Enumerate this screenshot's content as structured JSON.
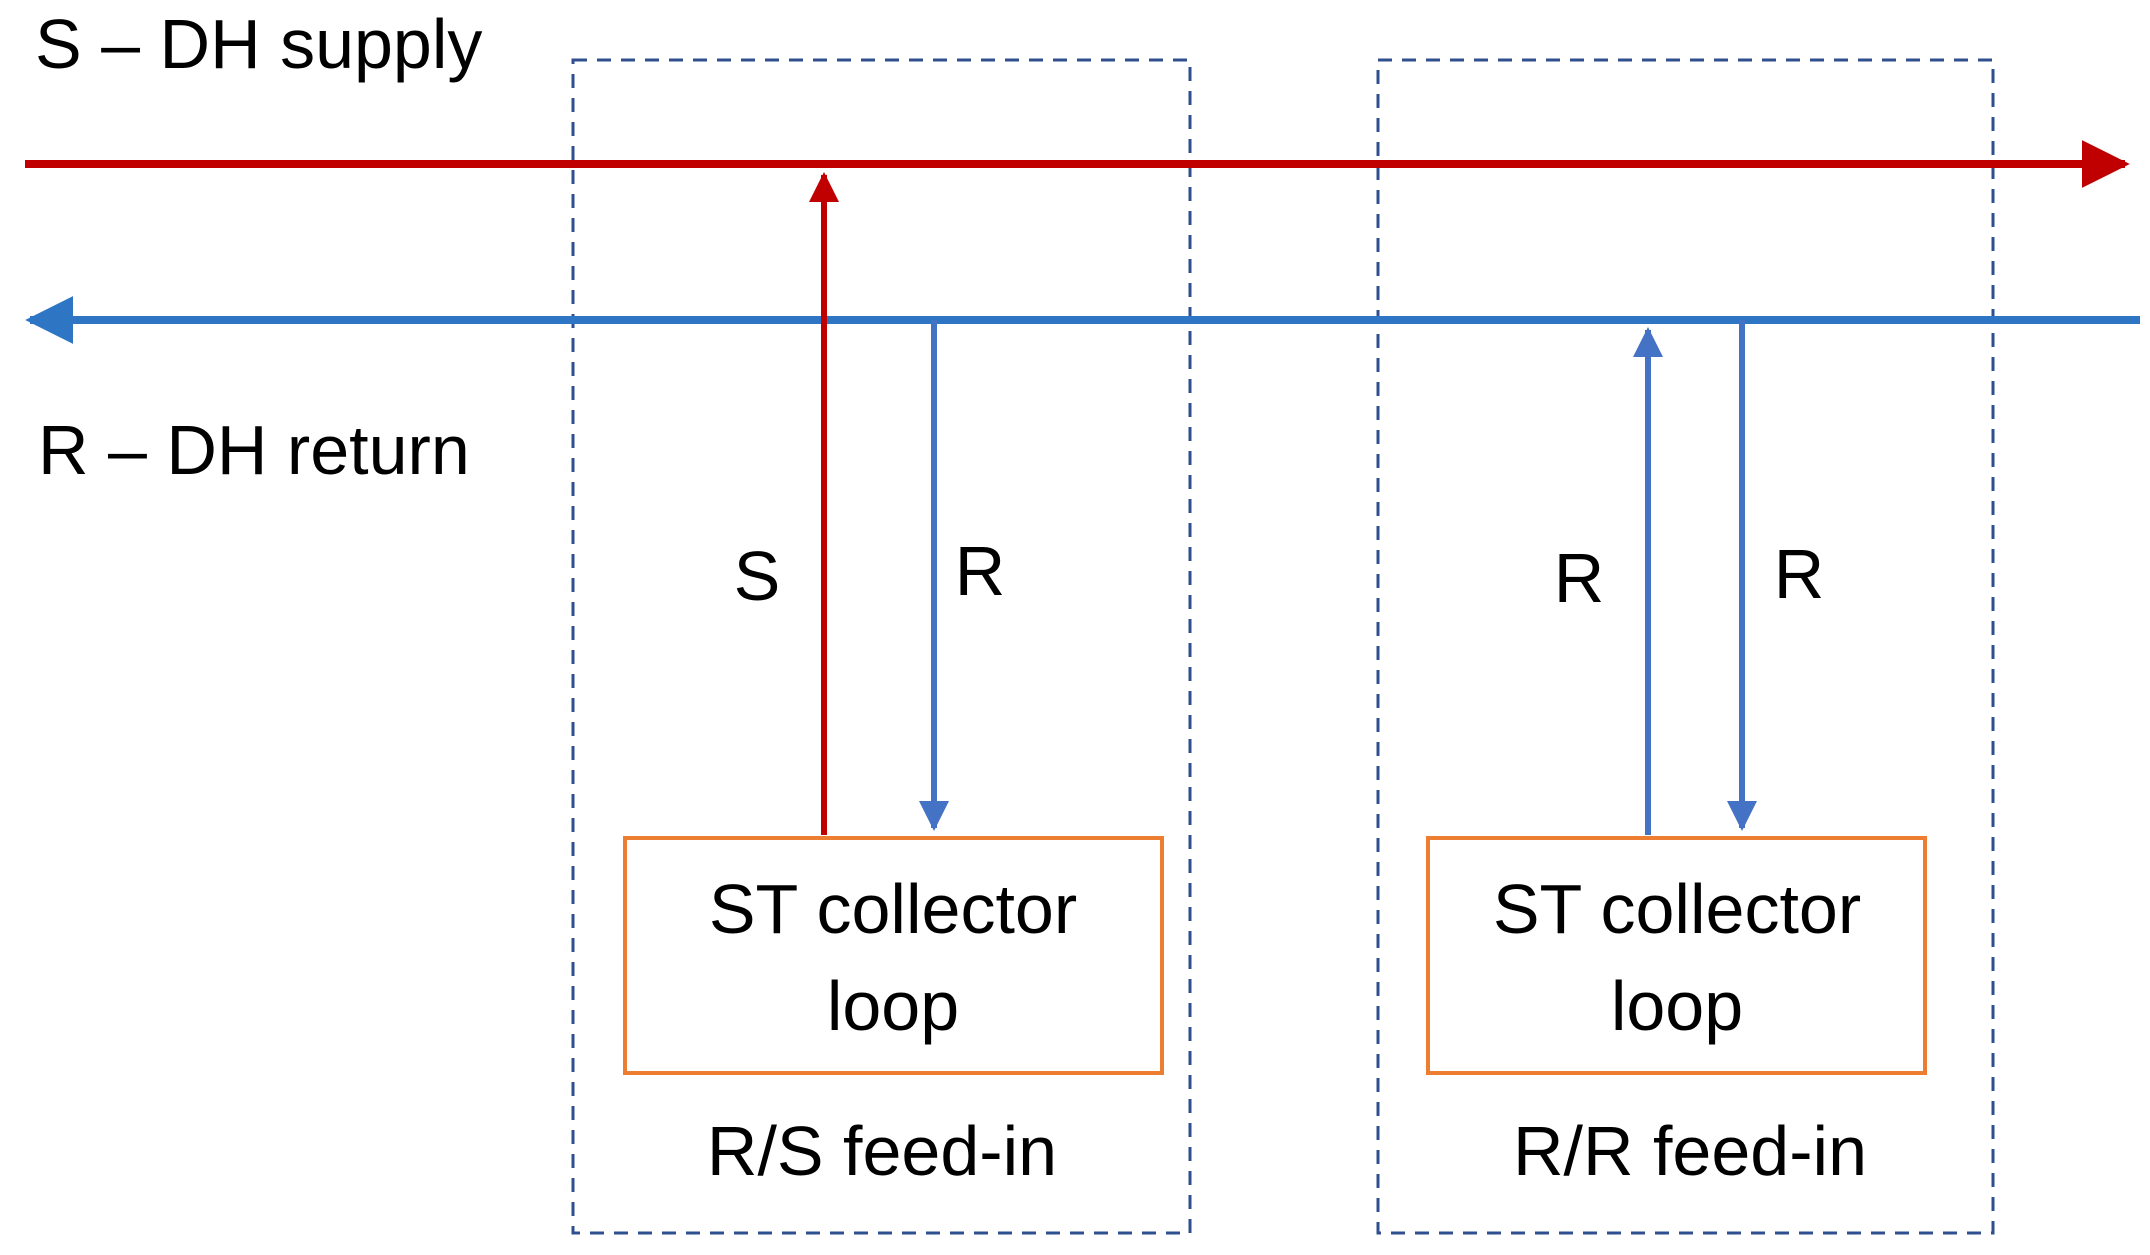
{
  "colors": {
    "supply": "#c00000",
    "return": "#2e75c4",
    "return_branch": "#4472c4",
    "module_border": "#2f4f8f",
    "collector_border": "#ed7d31",
    "text": "#000000",
    "background": "#ffffff"
  },
  "lines": {
    "supply_label": "S – DH supply",
    "return_label": "R – DH return"
  },
  "modules": [
    {
      "feed_label": "R/S feed-in",
      "collector_line1": "ST collector",
      "collector_line2": "loop",
      "up_pipe_label": "S",
      "down_pipe_label": "R"
    },
    {
      "feed_label": "R/R feed-in",
      "collector_line1": "ST collector",
      "collector_line2": "loop",
      "up_pipe_label": "R",
      "down_pipe_label": "R"
    }
  ]
}
